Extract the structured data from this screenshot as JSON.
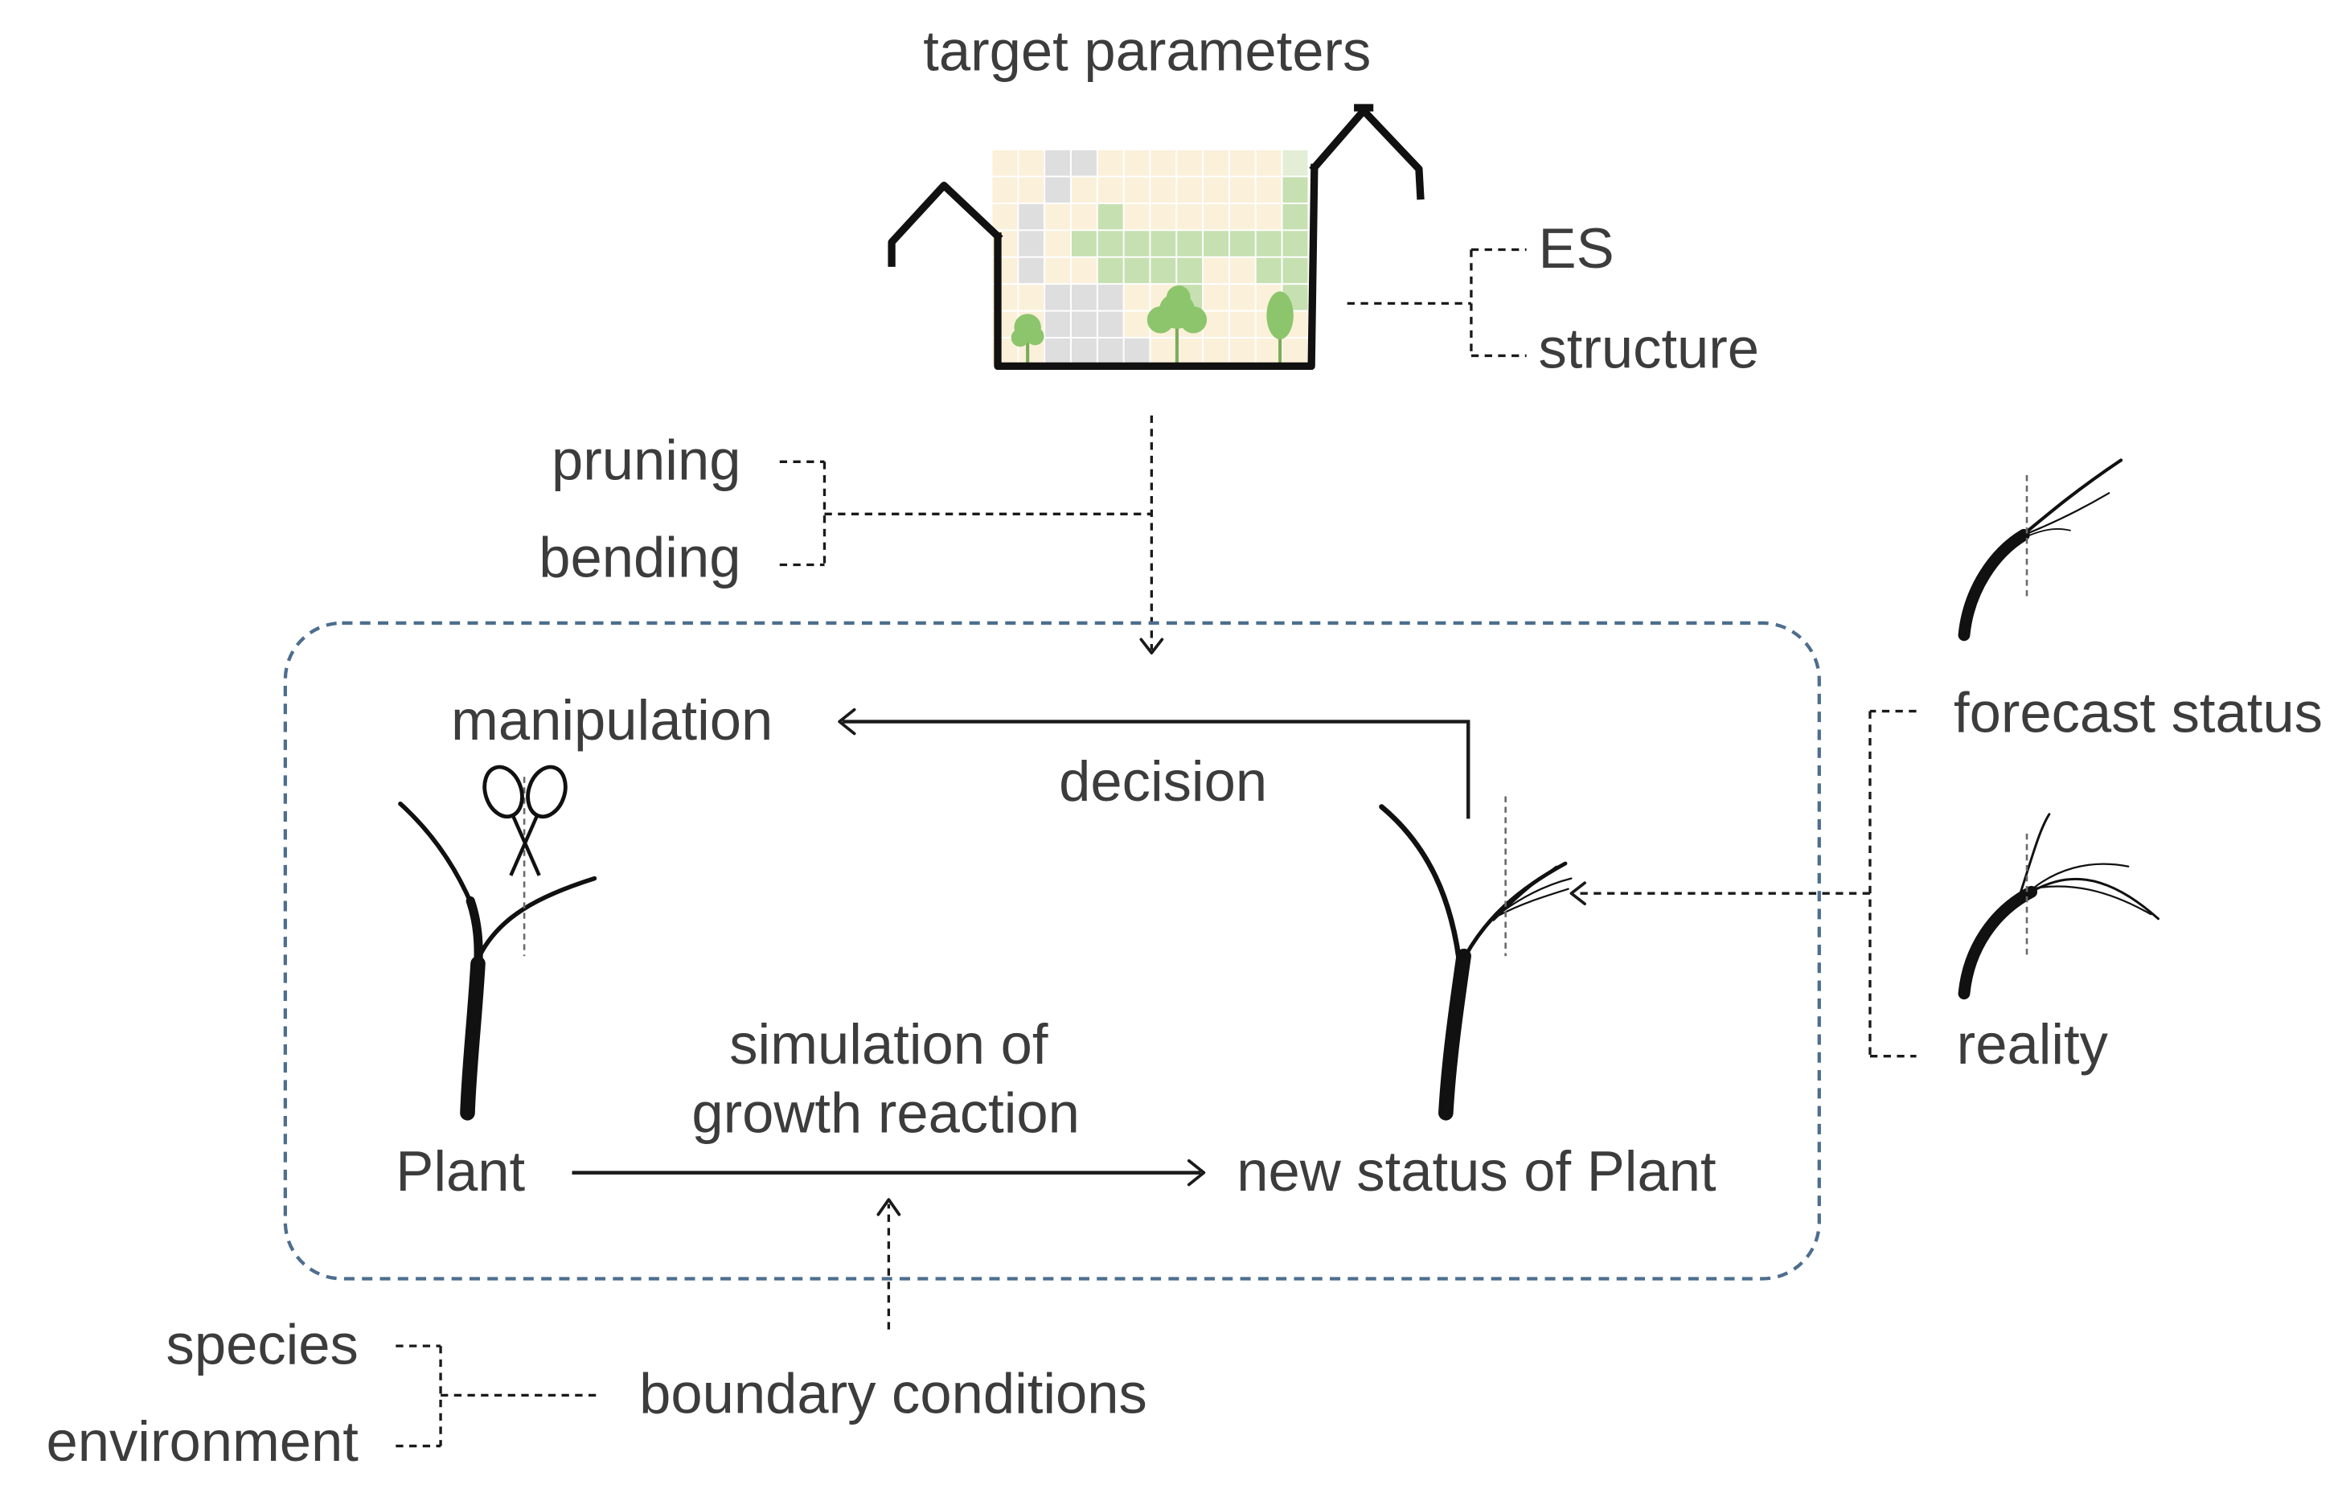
{
  "top": {
    "title": "target parameters",
    "es": "ES",
    "structure": "structure"
  },
  "inputs": {
    "pruning": "pruning",
    "bending": "bending"
  },
  "loop": {
    "manipulation": "manipulation",
    "decision": "decision",
    "plant": "Plant",
    "simulation_line1": "simulation of",
    "simulation_line2": "growth reaction",
    "new_status": "new status of Plant"
  },
  "right": {
    "forecast": "forecast status",
    "reality": "reality"
  },
  "bottom": {
    "boundary": "boundary conditions",
    "species": "species",
    "environment": "environment"
  },
  "colors": {
    "text": "#3c3c3c",
    "line": "#1a1a1a",
    "frame": "#4d6e8e",
    "tree": "#8cc56b"
  },
  "icons": [
    "building-icon",
    "tree-icon",
    "scissors-icon",
    "plant-icon",
    "branch-icon"
  ]
}
